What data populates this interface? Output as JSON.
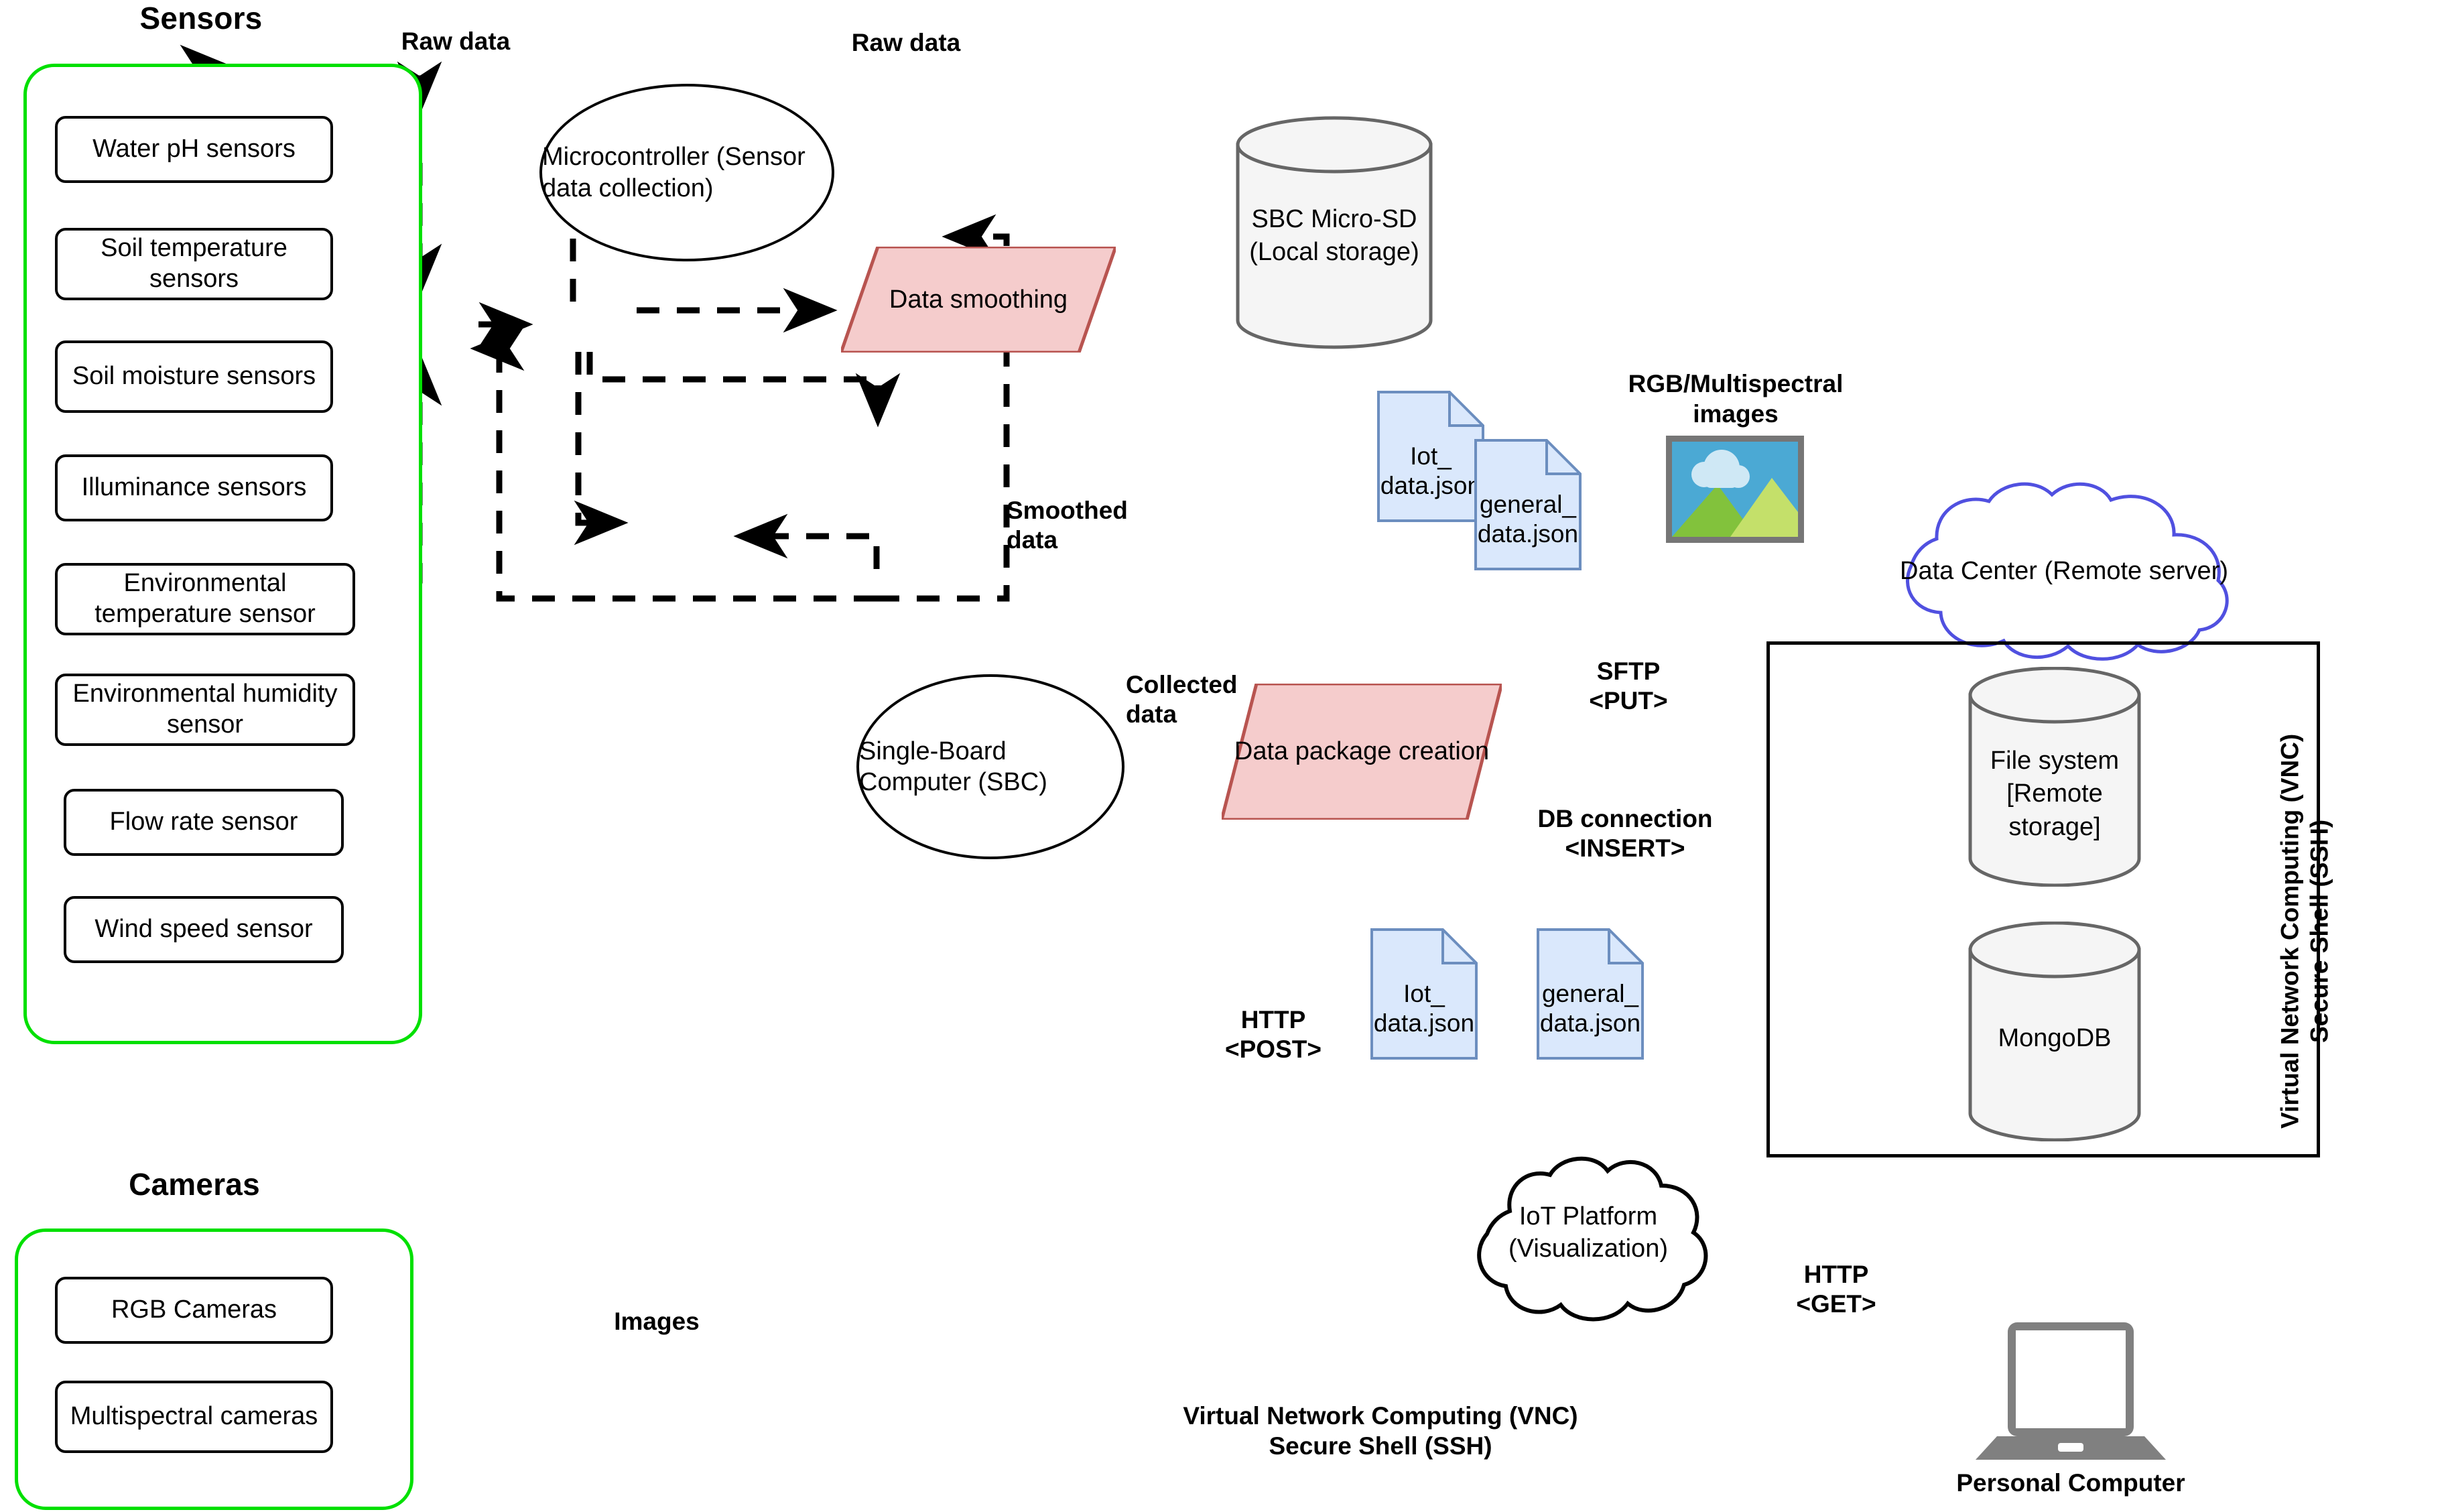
{
  "groups": [
    {
      "title": "Sensors",
      "items": [
        "Water pH sensors",
        "Soil temperature\nsensors",
        "Soil moisture\nsensors",
        "Illuminance sensors",
        "Environmental\ntemperature sensor",
        "Environmental\nhumidity sensor",
        "Flow rate sensor",
        "Wind speed sensor"
      ]
    },
    {
      "title": "Cameras",
      "items": [
        "RGB Cameras",
        "Multispectral\ncameras"
      ]
    }
  ],
  "nodes": {
    "microcontroller": "Microcontroller\n(Sensor data\ncollection)",
    "data_smoothing": "Data smoothing",
    "sbc": "Single-Board\nComputer\n(SBC)",
    "data_package_creation": "Data package\ncreation",
    "sbc_microsd": "SBC\nMicro-SD\n(Local storage)",
    "data_center": "Data Center\n(Remote server)",
    "file_system": "File system\n[Remote\nstorage]",
    "mongodb": "MongoDB",
    "iot_platform": "IoT Platform\n(Visualization)",
    "personal_computer": "Personal Computer"
  },
  "documents": {
    "iot_data_top": "Iot_\ndata.json",
    "general_data_top": "general_\ndata.json",
    "iot_data_bottom": "Iot_\ndata.json",
    "general_data_bottom": "general_\ndata.json"
  },
  "captions": {
    "rgb_multispectral_images": "RGB/Multispectral\nimages"
  },
  "edge_labels": {
    "raw_data_1": "Raw data",
    "raw_data_2": "Raw data",
    "smoothed_data": "Smoothed\ndata",
    "collected_data": "Collected\ndata",
    "images": "Images",
    "sftp_put": "SFTP\n<PUT>",
    "db_connection_insert": "DB connection\n<INSERT>",
    "http_post": "HTTP\n<POST>",
    "http_get": "HTTP\n<GET>",
    "vnc_ssh_bottom": "Virtual Network Computing (VNC)\nSecure Shell (SSH)",
    "vnc_ssh_right": "Virtual Network Computing (VNC)\nSecure Shell (SSH)"
  },
  "colors": {
    "group_border": "#00e000",
    "process_fill": "#f5cccc",
    "process_border": "#b85450",
    "doc_fill": "#dae8fc",
    "doc_border": "#6c8ebf",
    "cylinder_fill": "#f5f5f5",
    "cylinder_border": "#666666",
    "cloud_datacenter_border": "#5050e0",
    "cloud_iot_border": "#000000",
    "image_sky": "#4ba9d4",
    "image_cloud": "#cfe8f5",
    "image_hill_dark": "#82c23c",
    "image_hill_light": "#c4e06a",
    "image_frame": "#767676",
    "laptop": "#808080",
    "edge": "#000000"
  }
}
